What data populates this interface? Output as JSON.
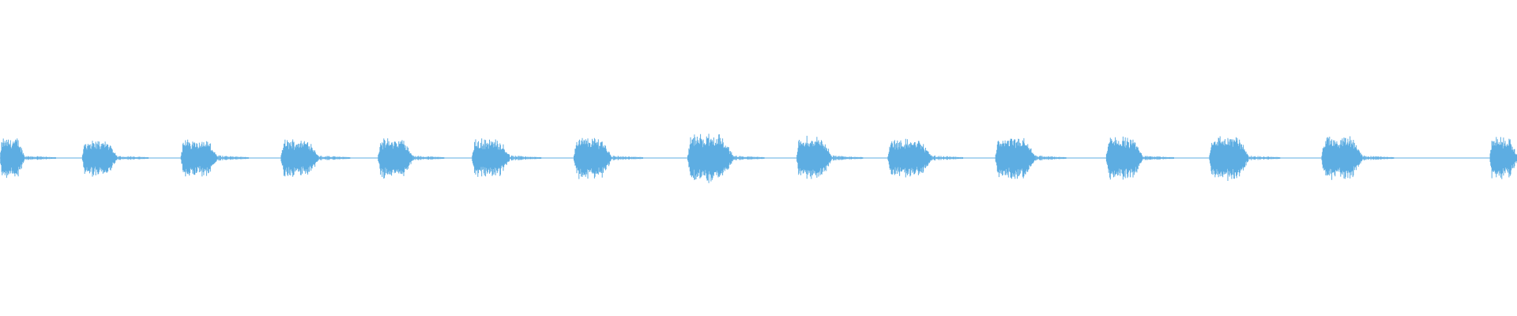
{
  "waveform": {
    "color": "#5dade2",
    "background": "#ffffff",
    "bursts": [
      {
        "start": 0.0,
        "end": 0.016,
        "amplitude": 0.62
      },
      {
        "start": 0.054,
        "end": 0.077,
        "amplitude": 0.55
      },
      {
        "start": 0.119,
        "end": 0.143,
        "amplitude": 0.58
      },
      {
        "start": 0.185,
        "end": 0.21,
        "amplitude": 0.58
      },
      {
        "start": 0.249,
        "end": 0.272,
        "amplitude": 0.6
      },
      {
        "start": 0.311,
        "end": 0.336,
        "amplitude": 0.58
      },
      {
        "start": 0.378,
        "end": 0.403,
        "amplitude": 0.64
      },
      {
        "start": 0.453,
        "end": 0.483,
        "amplitude": 0.74
      },
      {
        "start": 0.525,
        "end": 0.548,
        "amplitude": 0.66
      },
      {
        "start": 0.585,
        "end": 0.614,
        "amplitude": 0.58
      },
      {
        "start": 0.656,
        "end": 0.682,
        "amplitude": 0.64
      },
      {
        "start": 0.729,
        "end": 0.753,
        "amplitude": 0.66
      },
      {
        "start": 0.797,
        "end": 0.823,
        "amplitude": 0.68
      },
      {
        "start": 0.871,
        "end": 0.898,
        "amplitude": 0.66
      },
      {
        "start": 0.982,
        "end": 1.0,
        "amplitude": 0.62
      }
    ],
    "baseline_noise": 0.015
  }
}
